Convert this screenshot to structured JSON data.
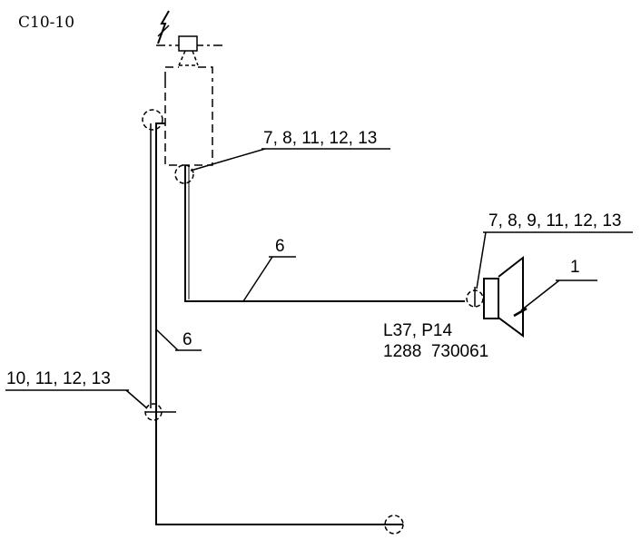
{
  "diagram": {
    "figure_code": "C10-10",
    "part_number_note_line1": "L37, P14",
    "part_number_note_line2": "1288  730061",
    "callouts": {
      "top_fitting": "7, 8, 11, 12, 13",
      "right_fitting": "7, 8, 9, 11, 12, 13",
      "speaker": "1",
      "hose_upper": "6",
      "hose_lower": "6",
      "left_fitting": "10, 11, 12, 13"
    }
  },
  "colors": {
    "line": "#000000",
    "background": "#ffffff"
  }
}
